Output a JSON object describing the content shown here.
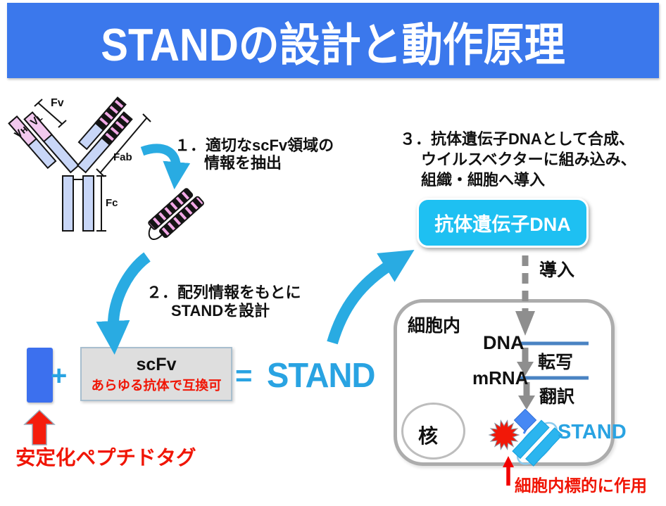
{
  "slide": {
    "title": "STANDの設計と動作原理"
  },
  "antibody_labels": {
    "fv": "Fv",
    "vl": "Vʟ",
    "vh": "Vʜ",
    "fab": "Fab",
    "fc": "Fc"
  },
  "steps": {
    "one_l1": "１．適切なscFv領域の",
    "one_l2": "情報を抽出",
    "two_l1": "２．配列情報をもとに",
    "two_l2": "STANDを設計",
    "three_l1": "３．抗体遺伝子DNAとして合成、",
    "three_l2": "ウイルスベクターに組み込み、",
    "three_l3": "組織・細胞へ導入"
  },
  "equation": {
    "plus": "+",
    "scfv": "scFv",
    "scfv_note": "あらゆる抗体で互換可",
    "equals": "=",
    "result": "STAND",
    "tag": "安定化ペプチドタグ"
  },
  "gene_box": {
    "label": "抗体遺伝子DNA"
  },
  "cell": {
    "intro": "導入",
    "region": "細胞内",
    "dna": "DNA",
    "transcription": "転写",
    "mrna": "mRNA",
    "translation": "翻訳",
    "nucleus": "核",
    "stand": "STAND",
    "action": "細胞内標的に作用"
  },
  "colors": {
    "banner_blue": "#3B78EC",
    "arrow_cyan": "#29ABE2",
    "gene_box_cyan": "#1EC0F2",
    "stand_text_cyan": "#29A3E2",
    "red": "#F01505",
    "starburst_red": "#F21808",
    "tag_blue": "#3C70EE",
    "molecule_blue": "#4688F4",
    "molecule_cyan": "#2BB5EF",
    "dna_line_blue": "#4A83C3",
    "gray_arrow": "#8E8E8E",
    "cell_border_gray": "#ACACAC",
    "antibody_body": "#C8D6F7",
    "antibody_variable_pink": "#F2C8EE"
  }
}
